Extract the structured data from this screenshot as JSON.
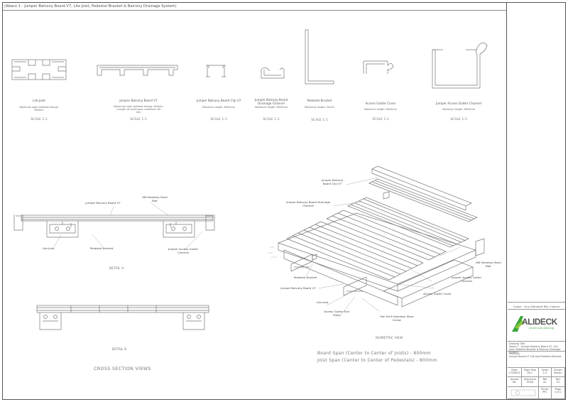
{
  "title": "(Abaco 1 - Jumper Balcony Board V7, Lite Joist, Pedestal Bracket & Balcony Drainage System)",
  "profiles": [
    {
      "name": "Lite Joist",
      "note": "Maximum span between fixings: 800mm",
      "scale": "SCALE 1:1"
    },
    {
      "name": "Jumper Balcony Board V7",
      "note": "Maximum span between fixings: 800mm / Length of continuous cantilever: 80 mm",
      "scale": "SCALE 1:1"
    },
    {
      "name": "Jumper Balcony Board Clip V7",
      "note": "Maximum length: 6000mm",
      "scale": "SCALE 1:1"
    },
    {
      "name": "Jumper Balcony Board Drainage Channel",
      "note": "Maximum length: 6000mm",
      "scale": "SCALE 1:1"
    },
    {
      "name": "Pedestal Bracket",
      "note": "Maximum length: 20mm",
      "scale": "SCALE 1:1"
    },
    {
      "name": "Access Gutter Cover",
      "note": "Maximum length: 6000mm",
      "scale": "SCALE 1:1"
    },
    {
      "name": "Jumper Access Gutter Channel",
      "note": "Maximum length: 6000mm",
      "scale": "SCALE 1:1"
    }
  ],
  "detail_a": {
    "label": "DETAIL A",
    "callouts": {
      "board": "Jumper Balcony Board V7",
      "bolt": "M8 Stainless Steel Bolt",
      "joist": "Lite Joist",
      "pedestal": "Pedestal Bracket",
      "gutter": "Jumper Access Gutter Channel"
    }
  },
  "detail_b": {
    "label": "DETAIL B"
  },
  "cross_section_label": "CROSS SECTION VIEWS",
  "isometric": {
    "label": "ISOMETRIC VIEW",
    "callouts": {
      "clip": "Jumper Balcony Board Clip V7",
      "drainage": "Jumper Balcony Board Drainage Channel",
      "pedestal": "Pedestal Bracket",
      "board": "Jumper Balcony Board V7",
      "joist": "Lite Joist",
      "end_plate": "Access Gutter End Plate",
      "bolt": "M8 Stainless Steel Bolt",
      "screw": "Pan Hd 8 Stainless Steel Screw",
      "gutter_channel": "Jumper Access Gutter Channel",
      "gutter_cover": "Access Gutter Cover"
    },
    "span1": "Board Span (Center to Center of Joists) - 800mm",
    "span2": "Joist Span (Center to Center of Pedestals) - 800mm"
  },
  "title_block": {
    "colour": "Colour - Any Standard RAL Colours",
    "brand": "ALIDECK",
    "tagline": "Aluminium Decking",
    "drawing_title_label": "Drawing Title",
    "drawing_title": "Abaco 1 - Jumper Balcony Board V7, Lite Joist, Pedestal Bracket & Balcony Drainage System",
    "products_label": "Products",
    "products": "Jumper Board V7 Lite Joist Pedestal Bracket",
    "row1": [
      {
        "h": "Date",
        "v": "17/08/23"
      },
      {
        "h": "Page Size",
        "v": "A3 L"
      },
      {
        "h": "Scale",
        "v": "1:2"
      },
      {
        "h": "Drawn",
        "v": "Brown"
      }
    ],
    "row2": [
      {
        "h": "Issued",
        "v": "ML"
      },
      {
        "h": "Sequence",
        "v": "0006"
      },
      {
        "h": "Ref",
        "v": "A1"
      },
      {
        "h": "Rev",
        "v": "01"
      }
    ],
    "row3": [
      {
        "h": "Finish",
        "v": "PPC"
      },
      {
        "h": "Page",
        "v": "1 of 1"
      }
    ]
  }
}
